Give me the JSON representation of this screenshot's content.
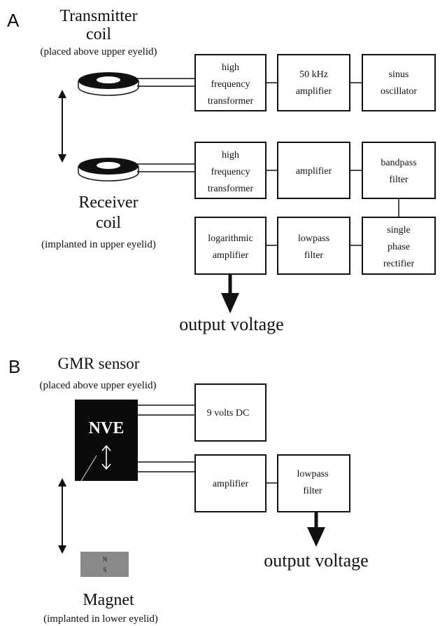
{
  "panel_a": {
    "letter": "A",
    "transmitter": {
      "title_line1": "Transmitter",
      "title_line2": "coil",
      "subtitle": "(placed above upper eyelid)"
    },
    "receiver": {
      "title_line1": "Receiver",
      "title_line2": "coil",
      "subtitle": "(implanted in upper eyelid)"
    },
    "boxes": {
      "tx_transformer": [
        "high",
        "frequency",
        "transformer"
      ],
      "tx_amplifier": [
        "50 kHz",
        "amplifier"
      ],
      "oscillator": [
        "sinus",
        "oscillator"
      ],
      "rx_transformer": [
        "high",
        "frequency",
        "transformer"
      ],
      "rx_amplifier": [
        "amplifier"
      ],
      "bandpass": [
        "bandpass",
        "filter"
      ],
      "log_amp": [
        "logarithmic",
        "amplifier"
      ],
      "lowpass": [
        "lowpass",
        "filter"
      ],
      "rectifier": [
        "single",
        "phase",
        "rectifier"
      ]
    },
    "output": "output voltage"
  },
  "panel_b": {
    "letter": "B",
    "sensor": {
      "title": "GMR sensor",
      "subtitle": "(placed above upper  eyelid)",
      "chip_label": "NVE"
    },
    "boxes": {
      "dc": [
        "9 volts DC"
      ],
      "amplifier": [
        "amplifier"
      ],
      "lowpass": [
        "lowpass",
        "filter"
      ]
    },
    "magnet": {
      "north": "N",
      "south": "S",
      "title": "Magnet",
      "subtitle": "(implanted in lower eyelid)"
    },
    "output": "output voltage"
  },
  "colors": {
    "ink": "#111111",
    "chip": "#0a0a0a",
    "magnet": "#8a8a8a",
    "background": "#ffffff"
  }
}
